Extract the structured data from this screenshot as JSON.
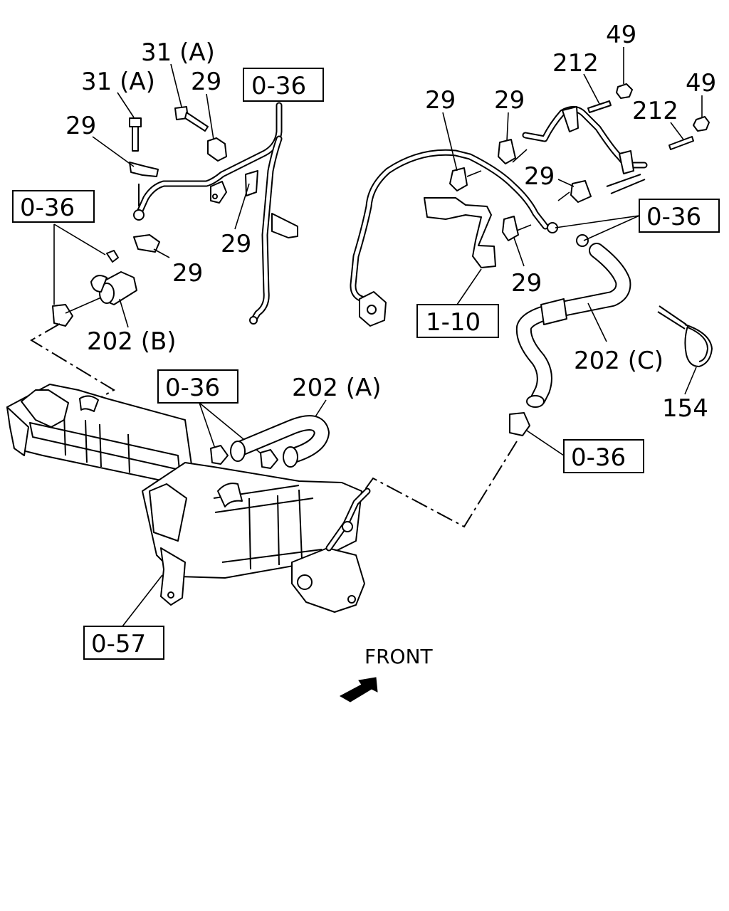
{
  "labels": {
    "bolt_31a_upper": "31 (A)",
    "bolt_31a_left": "31 (A)",
    "clip_29_top": "29",
    "clip_29_left": "29",
    "ref_036_top": "0-36",
    "clip_29_mid_pipe": "29",
    "ref_036_left": "0-36",
    "clip_29_left_lower": "29",
    "hose_202b": "202 (B)",
    "nut_49_top": "49",
    "stud_212_top": "212",
    "nut_49_right": "49",
    "stud_212_right": "212",
    "clip_29_right_a": "29",
    "clip_29_right_b": "29",
    "clip_29_right_c": "29",
    "clip_29_right_d": "29",
    "ref_036_right": "0-36",
    "ref_110": "1-10",
    "hose_202c": "202 (C)",
    "band_154": "154",
    "ref_036_center": "0-36",
    "hose_202a": "202 (A)",
    "ref_036_lower_right": "0-36",
    "ref_057": "0-57",
    "front_label": "FRONT"
  },
  "icons": {
    "front_arrow": "front-direction-arrow"
  }
}
